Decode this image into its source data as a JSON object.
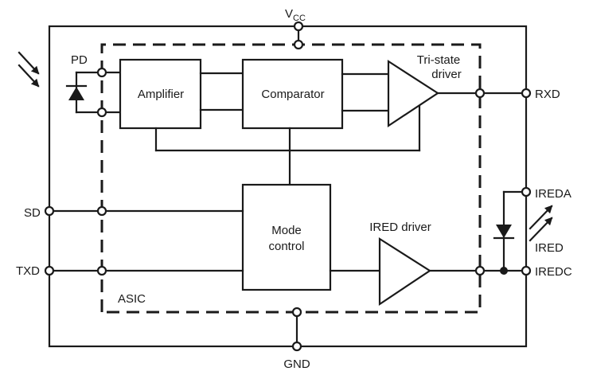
{
  "diagram": {
    "type": "block-diagram",
    "subject": "IrDA transceiver internal block diagram",
    "pins": {
      "vcc": {
        "label": "V",
        "subscript": "CC"
      },
      "gnd": {
        "label": "GND"
      },
      "rxd": {
        "label": "RXD"
      },
      "sd": {
        "label": "SD"
      },
      "txd": {
        "label": "TXD"
      },
      "ireda": {
        "label": "IREDA"
      },
      "iredc": {
        "label": "IREDC"
      }
    },
    "blocks": {
      "amplifier": {
        "label": "Amplifier"
      },
      "comparator": {
        "label": "Comparator"
      },
      "tristate_driver": {
        "label_line1": "Tri-state",
        "label_line2": "driver"
      },
      "mode_control": {
        "label_line1": "Mode",
        "label_line2": "control"
      },
      "ired_driver": {
        "label": "IRED driver"
      },
      "asic": {
        "label": "ASIC"
      }
    },
    "components": {
      "photodiode": {
        "label": "PD"
      },
      "ired": {
        "label": "IRED"
      }
    },
    "connections": [
      [
        "PD",
        "Amplifier"
      ],
      [
        "Amplifier",
        "Comparator"
      ],
      [
        "Comparator",
        "Tri-state driver"
      ],
      [
        "Tri-state driver",
        "RXD"
      ],
      [
        "Mode control",
        "Amplifier"
      ],
      [
        "Mode control",
        "Comparator"
      ],
      [
        "Mode control",
        "Tri-state driver"
      ],
      [
        "SD",
        "Mode control"
      ],
      [
        "TXD",
        "Mode control"
      ],
      [
        "Mode control",
        "IRED driver"
      ],
      [
        "IRED driver",
        "IREDC"
      ],
      [
        "IREDA",
        "IRED"
      ],
      [
        "IRED",
        "IREDC"
      ],
      [
        "VCC",
        "ASIC"
      ],
      [
        "GND",
        "ASIC"
      ]
    ]
  }
}
